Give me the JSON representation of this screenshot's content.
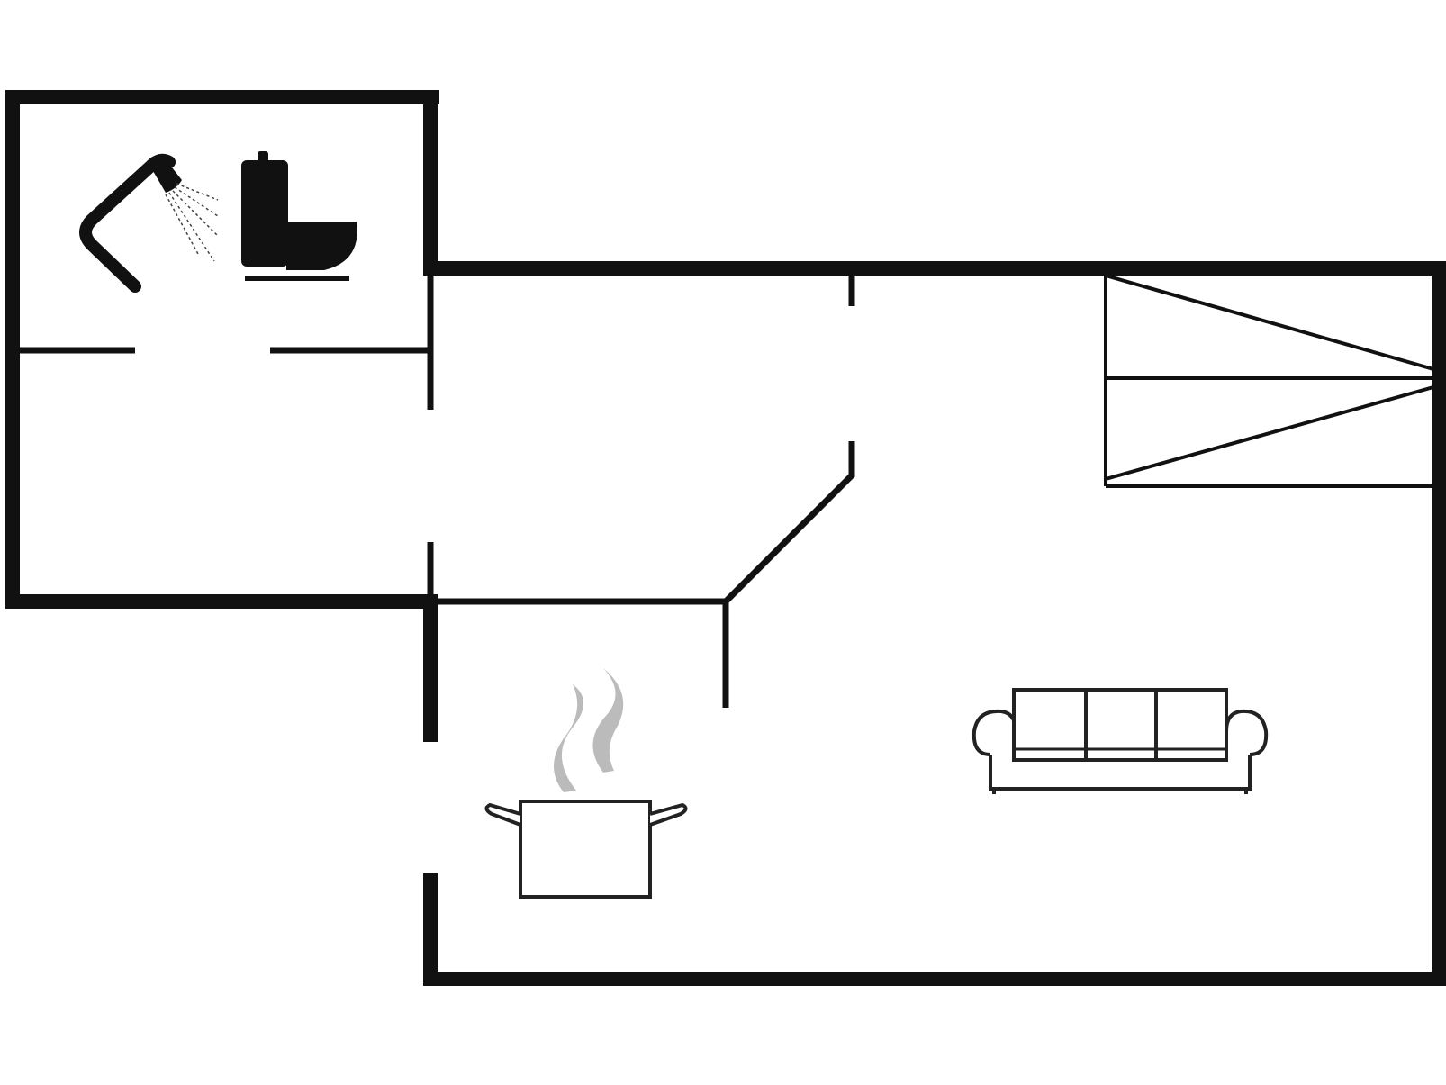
{
  "colors": {
    "wall": "#111111",
    "background": "#ffffff",
    "steam": "#bbbbbb"
  },
  "rooms": [
    {
      "kind": "bathroom",
      "icons": [
        "shower-icon",
        "toilet-icon"
      ]
    },
    {
      "kind": "hallway",
      "icons": []
    },
    {
      "kind": "kitchen",
      "icons": [
        "cooking-pot-icon"
      ]
    },
    {
      "kind": "living-room",
      "icons": [
        "sofa-icon"
      ]
    },
    {
      "kind": "stairs",
      "icons": [
        "staircase-icon"
      ]
    }
  ]
}
